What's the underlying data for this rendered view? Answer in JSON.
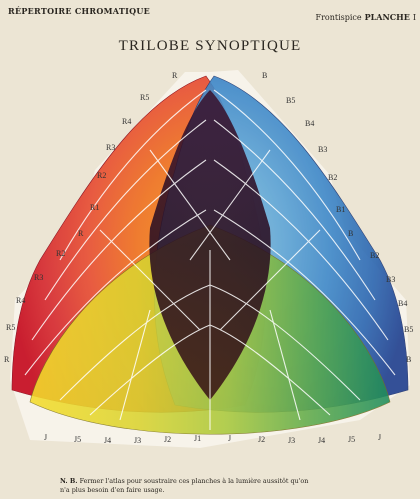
{
  "header": {
    "left": "RÉPERTOIRE CHROMATIQUE",
    "frontispiece": "Frontispice",
    "plate": "PLANCHE",
    "plate_no": "I"
  },
  "title": "TRILOBE SYNOPTIQUE",
  "note": {
    "marker": "N. B.",
    "line1": "Fermer l'atlas pour soustraire ces planches à la lumière aussitôt qu'on",
    "line2": "n'a plus besoin d'en faire usage."
  },
  "lobes": {
    "red": {
      "colors": [
        "#c8182a",
        "#d8363a",
        "#e8583c",
        "#ef7a2a",
        "#f49a22"
      ],
      "labels": [
        "R",
        "R5",
        "R4",
        "R3",
        "R2",
        "R1",
        "R",
        "R2",
        "R3",
        "R4",
        "R5",
        "R"
      ]
    },
    "blue": {
      "colors": [
        "#1f3f8f",
        "#2b65b0",
        "#3d87c8",
        "#5fa6d6",
        "#8ec3e2"
      ],
      "labels": [
        "B",
        "B5",
        "B4",
        "B3",
        "B2",
        "B1",
        "B",
        "B2",
        "B3",
        "B4",
        "B5",
        "B"
      ]
    },
    "yellow": {
      "colors": [
        "#f5dc2c",
        "#dbd430",
        "#a8c83c",
        "#58a84c",
        "#1e8c5c"
      ],
      "labels": [
        "J",
        "J5",
        "J4",
        "J3",
        "J2",
        "J1",
        "J",
        "J2",
        "J3",
        "J4",
        "J5",
        "J"
      ]
    }
  }
}
